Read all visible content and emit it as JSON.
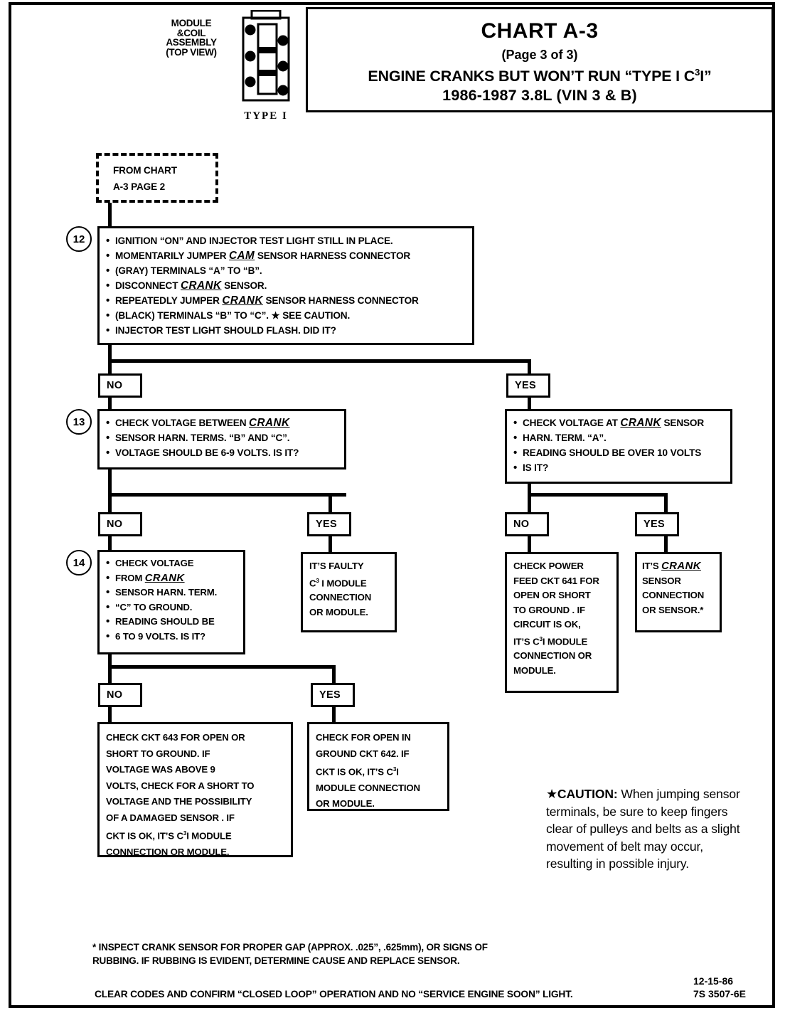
{
  "header": {
    "module_label_lines": [
      "MODULE",
      "&COIL",
      "ASSEMBLY",
      "(TOP VIEW)"
    ],
    "type_label": "TYPE I",
    "title_main": "CHART A-3",
    "title_page": "(Page 3 of 3)",
    "title_sub_pre": "ENGINE CRANKS BUT WON’T RUN “TYPE I C",
    "title_sub_sup": "3",
    "title_sub_post": "I”",
    "title_sub2": "1986-1987  3.8L  (VIN 3 & B)"
  },
  "nodes": {
    "from_chart": {
      "line1": "FROM CHART",
      "line2": "A-3 PAGE 2"
    },
    "step12": {
      "number": "12",
      "b1": "IGNITION “ON” AND INJECTOR TEST LIGHT STILL IN PLACE.",
      "b2_pre": "MOMENTARILY JUMPER ",
      "b2_em": "CAM",
      "b2_post": " SENSOR HARNESS CONNECTOR",
      "b2_cont": "(GRAY) TERMINALS “A” TO “B”.",
      "b3_pre": "DISCONNECT ",
      "b3_em": "CRANK",
      "b3_post": " SENSOR.",
      "b4_pre": "REPEATEDLY JUMPER ",
      "b4_em": "CRANK",
      "b4_post": " SENSOR HARNESS CONNECTOR",
      "b4_cont": "(BLACK) TERMINALS “B” TO “C”.  ★ SEE CAUTION.",
      "b5": "INJECTOR TEST LIGHT SHOULD FLASH.  DID IT?"
    },
    "step13": {
      "number": "13",
      "b1_pre": "CHECK VOLTAGE BETWEEN ",
      "b1_em": "CRANK",
      "b1_cont": "SENSOR HARN. TERMS. “B” AND “C”.",
      "b2": "VOLTAGE SHOULD BE 6-9 VOLTS.  IS IT?"
    },
    "step14": {
      "number": "14",
      "b1_pre": "CHECK VOLTAGE",
      "b1_cont1_pre": "FROM ",
      "b1_em": "CRANK",
      "b1_cont2": "SENSOR HARN. TERM.",
      "b1_cont3": "“C” TO GROUND.",
      "b2": "READING SHOULD BE",
      "b2_cont": "6 TO 9 VOLTS.  IS IT?"
    },
    "right_check": {
      "b1_pre": "CHECK VOLTAGE AT ",
      "b1_em": "CRANK",
      "b1_post": " SENSOR",
      "b1_cont": "HARN. TERM. “A”.",
      "b2": "READING SHOULD BE OVER 10 VOLTS",
      "b2_cont": "IS IT?"
    },
    "faulty_module": {
      "l1": "IT’S FAULTY",
      "l2_pre": "C",
      "l2_sup": "3",
      "l2_post": " I MODULE",
      "l3": "CONNECTION",
      "l4": "OR MODULE."
    },
    "power_feed": {
      "l1": "CHECK POWER",
      "l2": "FEED CKT 641 FOR",
      "l3": "OPEN OR SHORT",
      "l4": "TO GROUND .  IF",
      "l5": "CIRCUIT IS OK,",
      "l6_pre": "IT’S C",
      "l6_sup": "3",
      "l6_post": "I MODULE",
      "l7": "CONNECTION OR",
      "l8": "MODULE."
    },
    "crank_sensor": {
      "l1_pre": "IT’S ",
      "l1_em": "CRANK",
      "l2": "SENSOR",
      "l3": "CONNECTION",
      "l4": "OR SENSOR.*"
    },
    "ckt643": {
      "l1": "CHECK CKT 643 FOR OPEN OR",
      "l2": "SHORT TO GROUND.  IF",
      "l3": "VOLTAGE WAS ABOVE 9",
      "l4": "VOLTS, CHECK FOR A SHORT TO",
      "l5": "VOLTAGE AND THE POSSIBILITY",
      "l6": "OF A DAMAGED SENSOR .  IF",
      "l7_pre": "CKT IS OK, IT’S  C",
      "l7_sup": "3",
      "l7_post": "I MODULE",
      "l8": "CONNECTION OR MODULE."
    },
    "ckt642": {
      "l1": "CHECK FOR OPEN IN",
      "l2": "GROUND CKT 642.  IF",
      "l3_pre": "CKT IS OK, IT’S C",
      "l3_sup": "3",
      "l3_post": "I",
      "l4": "MODULE CONNECTION",
      "l5": "OR MODULE."
    }
  },
  "branch_labels": {
    "no": "NO",
    "yes": "YES"
  },
  "caution": {
    "star": "★",
    "title": "CAUTION:",
    "text": "  When jumping sensor terminals, be sure to keep fingers clear of pulleys and belts as a slight movement of belt may occur, resulting in possible injury."
  },
  "footer": {
    "footnote_l1": "*   INSPECT CRANK SENSOR FOR PROPER GAP (APPROX.  .025”, .625mm), OR SIGNS OF",
    "footnote_l2": "RUBBING.  IF RUBBING IS EVIDENT, DETERMINE CAUSE AND REPLACE SENSOR.",
    "bottom_line": "CLEAR CODES AND CONFIRM “CLOSED LOOP”  OPERATION AND NO “SERVICE ENGINE SOON” LIGHT.",
    "date": "12-15-86",
    "docnum": "7S 3507-6E"
  },
  "colors": {
    "ink": "#000000",
    "paper": "#ffffff"
  }
}
